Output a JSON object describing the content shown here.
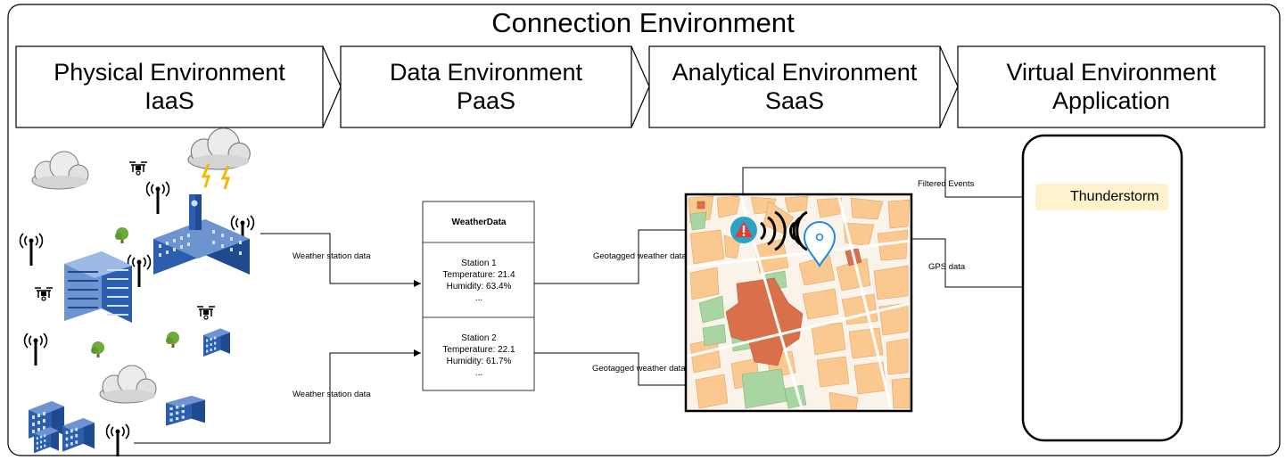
{
  "title": "Connection Environment",
  "environments": [
    {
      "name": "Physical Environment",
      "layer": "IaaS"
    },
    {
      "name": "Data Environment",
      "layer": "PaaS"
    },
    {
      "name": "Analytical Environment",
      "layer": "SaaS"
    },
    {
      "name": "Virtual Environment",
      "layer": "Application"
    }
  ],
  "weather_data": {
    "header": "WeatherData",
    "stations": [
      {
        "name": "Station 1",
        "temperature": "Temperature: 21.4",
        "humidity": "Humidity: 63.4%",
        "more": "..."
      },
      {
        "name": "Station 2",
        "temperature": "Temperature: 22.1",
        "humidity": "Humidity: 61.7%",
        "more": "..."
      }
    ]
  },
  "edge_labels": {
    "weather_station_1": "Weather station data",
    "weather_station_2": "Weather station data",
    "geotagged_1": "Geotagged weather data",
    "geotagged_2": "Geotagged weather data",
    "filtered_events": "Filtered Events",
    "gps": "GPS data"
  },
  "app": {
    "event": "Thunderstorm"
  },
  "colors": {
    "map_building": "#FBC88F",
    "map_landmark": "#D9704A",
    "map_park": "#A8D5A2",
    "alert": "#2BA3C6",
    "alert_mark": "#E03C31",
    "pin": "#1E88E5",
    "building_blue": "#2C5EB0",
    "tree": "#6DAA3A",
    "event_badge": "#FFF2CC"
  },
  "icons": [
    "cloud-icon",
    "storm-cloud-icon",
    "drone-icon",
    "antenna-icon",
    "building-icon",
    "tree-icon",
    "alert-icon",
    "signal-waves-icon",
    "location-pin-icon",
    "thunderstorm-icon"
  ]
}
